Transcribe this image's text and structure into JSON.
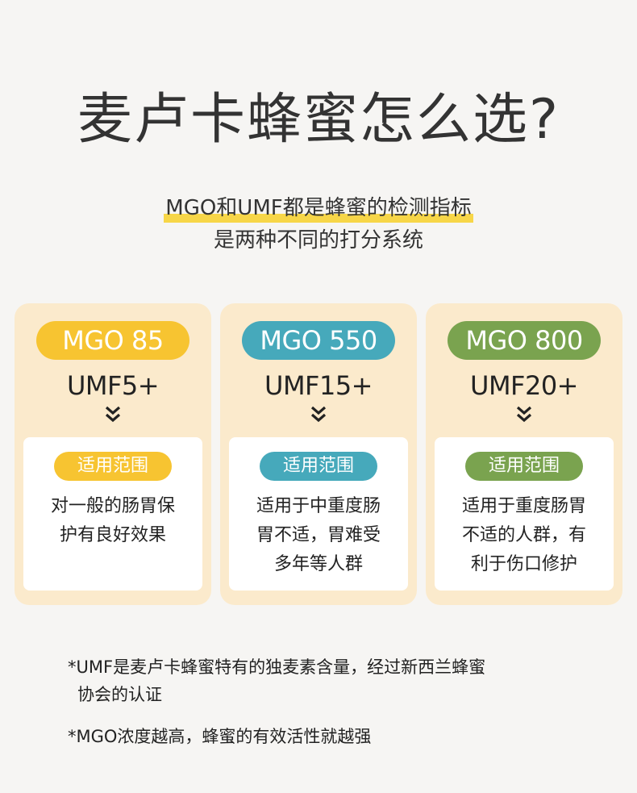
{
  "title": "麦卢卡蜂蜜怎么选?",
  "subtitle": {
    "line1": "MGO和UMF都是蜂蜜的检测指标",
    "line2": "是两种不同的打分系统"
  },
  "cards": [
    {
      "mgo": "MGO 85",
      "umf": "UMF5+",
      "scope_label": "适用范围",
      "desc_lines": [
        "对一般的肠胃保",
        "护有良好效果"
      ],
      "color": "#f7c431"
    },
    {
      "mgo": "MGO 550",
      "umf": "UMF15+",
      "scope_label": "适用范围",
      "desc_lines": [
        "适用于中重度肠",
        "胃不适，胃难受",
        "多年等人群"
      ],
      "color": "#46a9bb"
    },
    {
      "mgo": "MGO 800",
      "umf": "UMF20+",
      "scope_label": "适用范围",
      "desc_lines": [
        "适用于重度肠胃",
        "不适的人群，有",
        "利于伤口修护"
      ],
      "color": "#7aa34f"
    }
  ],
  "notes": {
    "note1_line1": "*UMF是麦卢卡蜂蜜特有的独麦素含量，经过新西兰蜂蜜",
    "note1_line2": "协会的认证",
    "note2": "*MGO浓度越高，蜂蜜的有效活性就越强"
  },
  "colors": {
    "background": "#f6f5f3",
    "card_background": "#fbeacc",
    "highlight": "#f7d648"
  },
  "icons": {
    "chevron": "double-chevron-down-icon"
  }
}
